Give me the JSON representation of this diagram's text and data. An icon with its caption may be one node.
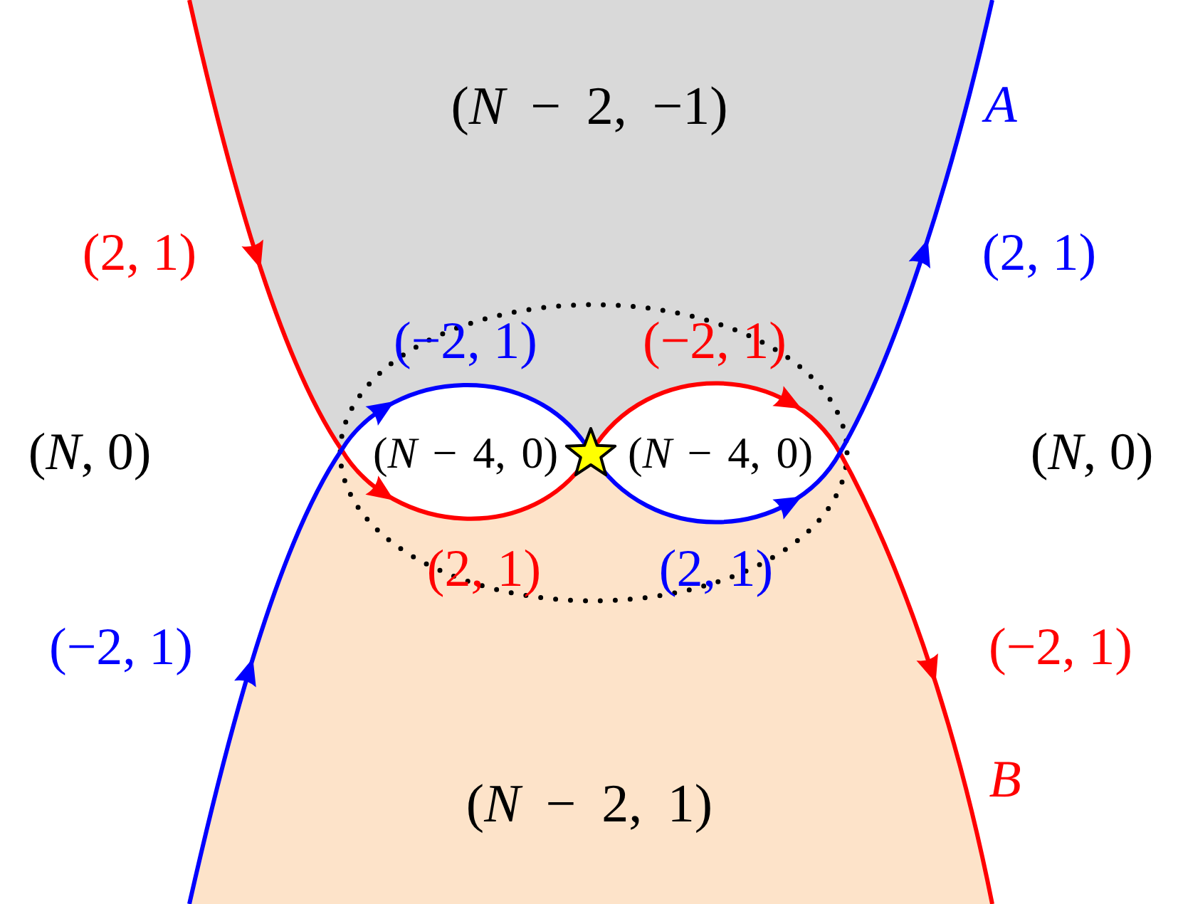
{
  "diagram": {
    "labels": [
      "(*N* − 2, −1)",
      "A",
      "(2, 1)",
      "(2, 1)",
      "(−2, 1)",
      "(−2, 1)",
      "(*N*, 0)",
      "(*N* − 4, 0)",
      "(*N* − 4, 0)",
      "(*N*, 0)",
      "(2, 1)",
      "(2, 1)",
      "(−2, 1)",
      "(−2, 1)",
      "B",
      "(*N* − 2, 1)"
    ]
  }
}
